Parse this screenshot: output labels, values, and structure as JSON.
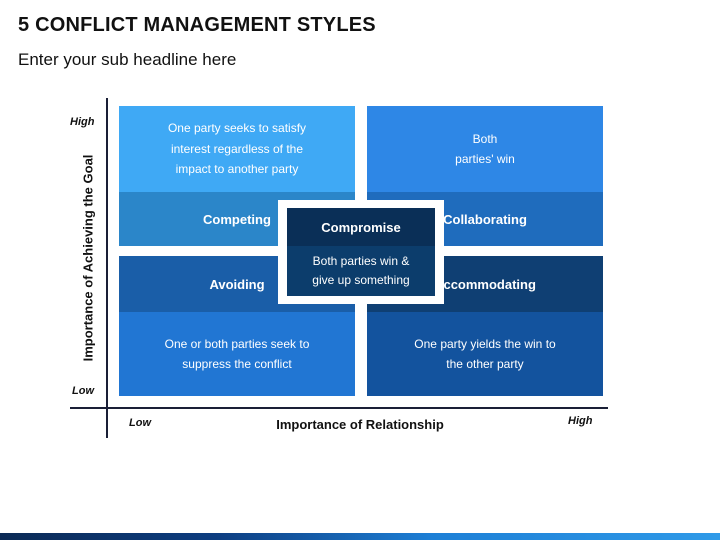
{
  "title": "5 CONFLICT MANAGEMENT STYLES",
  "subtitle": "Enter your sub headline here",
  "axes": {
    "y_label": "Importance of Achieving the Goal",
    "x_label": "Importance of Relationship",
    "y_high": "High",
    "y_low": "Low",
    "x_low": "Low",
    "x_high": "High"
  },
  "quadrants": {
    "top_left": {
      "name": "Competing",
      "lines": [
        "One party seeks to satisfy",
        "interest regardless of the",
        "impact to another party"
      ]
    },
    "top_right": {
      "name": "Collaborating",
      "lines": [
        "Both",
        "parties' win"
      ]
    },
    "bottom_left": {
      "name": "Avoiding",
      "lines": [
        "One or both parties seek to",
        "suppress the conflict"
      ]
    },
    "bottom_right": {
      "name": "Accommodating",
      "lines": [
        "One party yields the win to",
        "the other party"
      ]
    }
  },
  "center": {
    "name": "Compromise",
    "lines": [
      "Both parties win &",
      "give up something"
    ]
  },
  "colors": {
    "competing_light": "#3fa9f5",
    "competing_band": "#2b86c9",
    "collaborating_light": "#2e87e6",
    "collaborating_band": "#1f6cbd",
    "avoiding_band": "#1a5ea8",
    "avoiding_light": "#2176d3",
    "accommodating_band": "#0f3f73",
    "accommodating_light": "#13539e",
    "compromise_dark": "#0c3d6c"
  }
}
